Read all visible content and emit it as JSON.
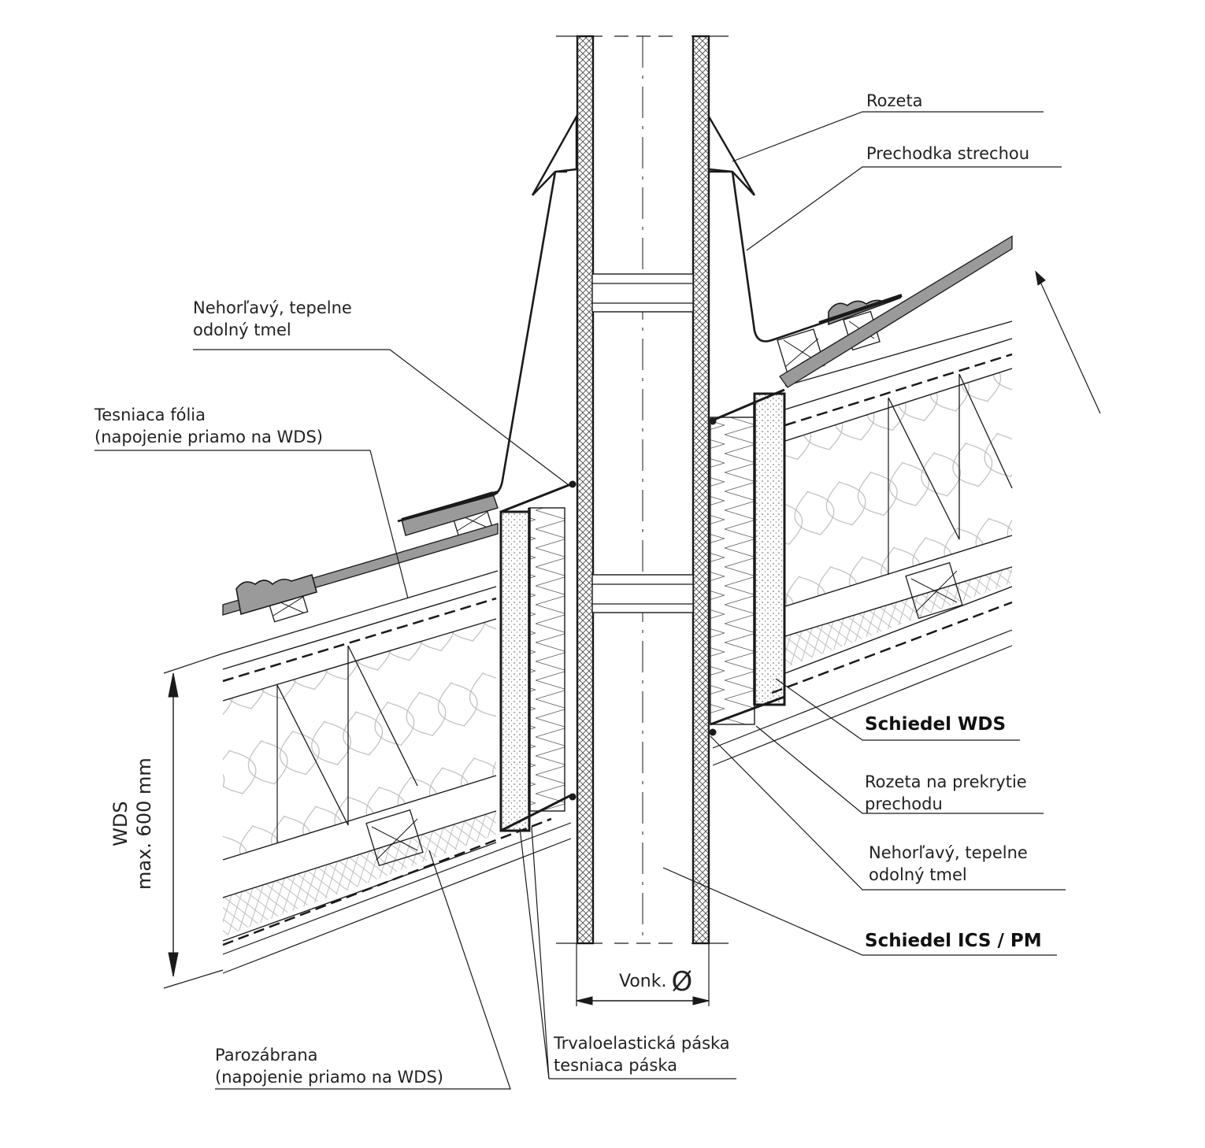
{
  "labels": {
    "rozeta": "Rozeta",
    "prechodka": "Prechodka strechou",
    "tmel_left_1": "Nehorľavý, tepelne",
    "tmel_left_2": "odolný tmel",
    "tesniaca_1": "Tesniaca fólia",
    "tesniaca_2": "(napojenie priamo na WDS)",
    "wds": "Schiedel WDS",
    "rozeta_prekrytie_1": "Rozeta na prekrytie",
    "rozeta_prekrytie_2": "prechodu",
    "tmel_right_1": "Nehorľavý, tepelne",
    "tmel_right_2": "odolný tmel",
    "ics": "Schiedel ICS / PM",
    "parozabrana_1": "Parozábrana",
    "parozabrana_2": "(napojenie priamo na WDS)",
    "pasky_1": "Trvaloelastická páska",
    "pasky_2": "tesniaca páska"
  },
  "dimensions": {
    "wds_1": "WDS",
    "wds_2": "max. 600 mm",
    "vonk": "Vonk.",
    "diameter_symbol": "Ø"
  },
  "colors": {
    "line": "#1a1a1a",
    "roof_tile": "#9a9a9a",
    "insulation": "#bdbdbd"
  }
}
